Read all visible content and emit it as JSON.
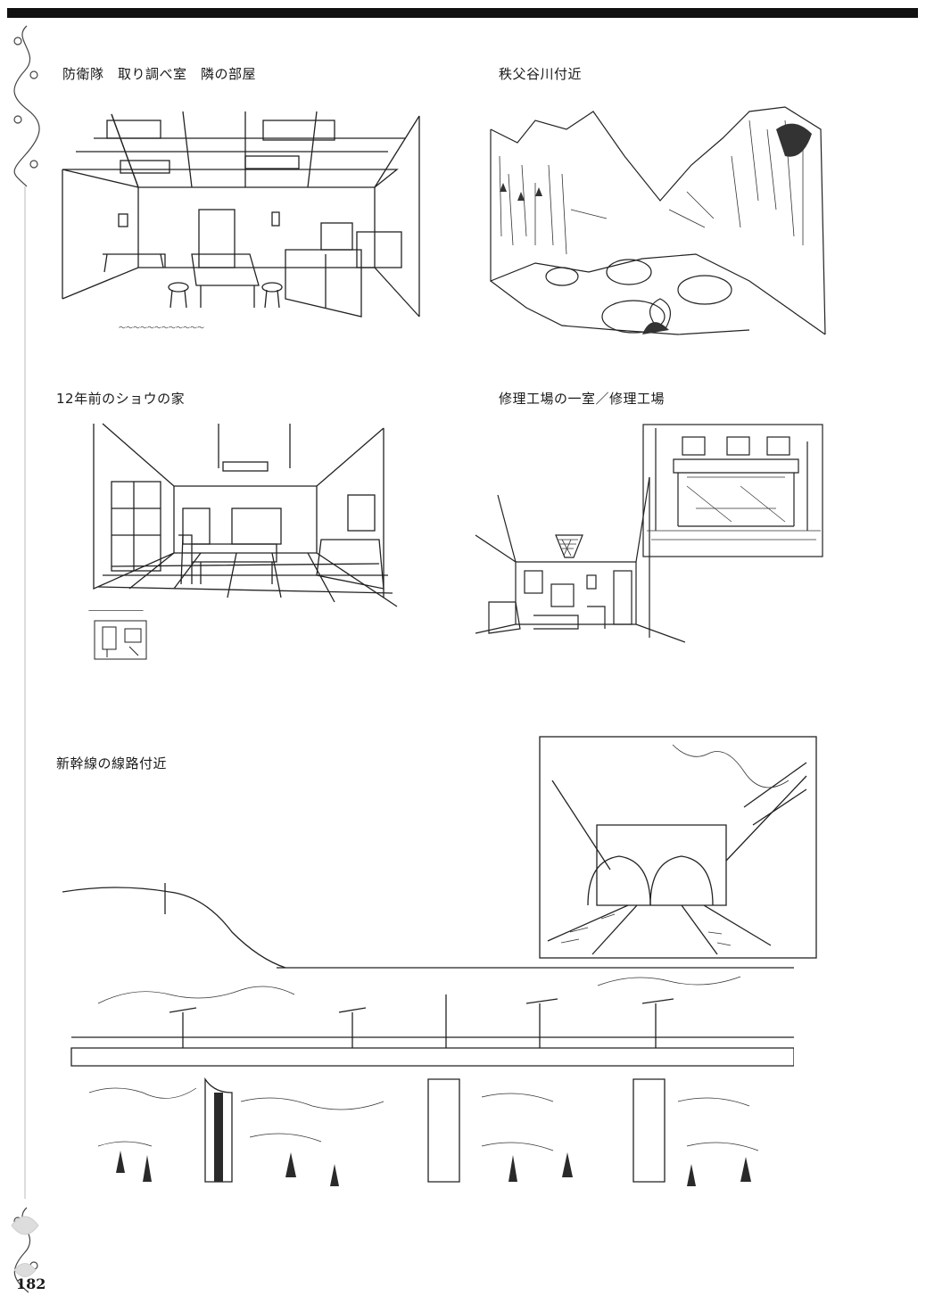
{
  "captions": {
    "c1": "防衛隊　取り調べ室　隣の部屋",
    "c2": "秩父谷川付近",
    "c3": "12年前のショウの家",
    "c4": "修理工場の一室／修理工場",
    "c5": "新幹線の線路付近"
  },
  "page_number": "182"
}
